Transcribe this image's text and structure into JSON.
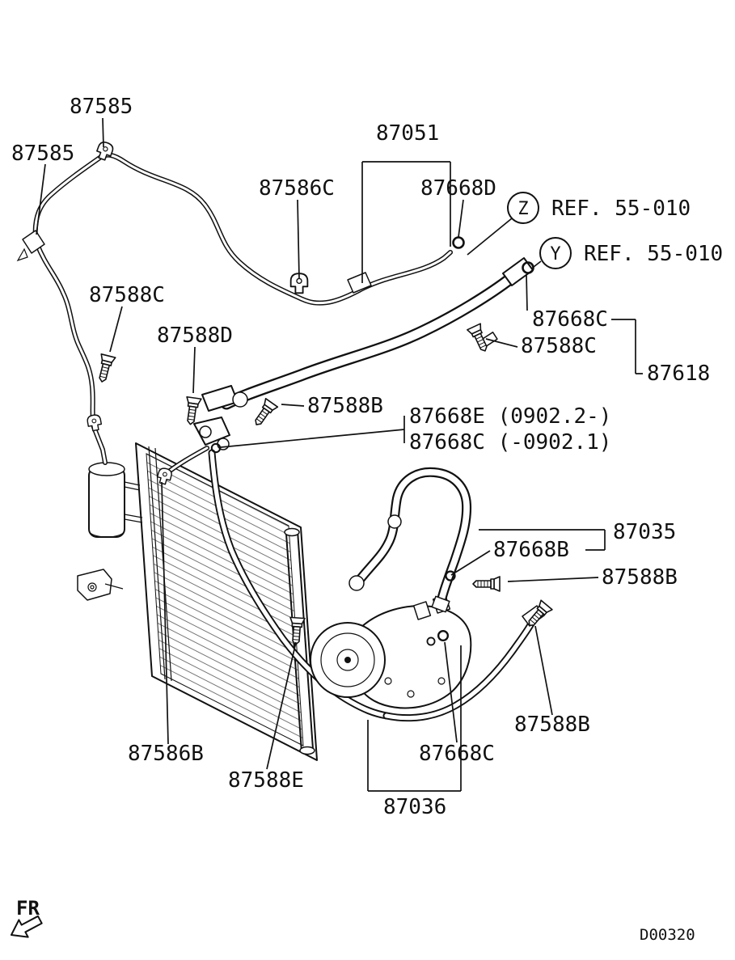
{
  "colors": {
    "ink": "#111111",
    "paper": "#ffffff"
  },
  "diagram_code": "D00320",
  "front_marker": "FR",
  "ref_markers": {
    "z": {
      "letter": "Z",
      "text": "REF. 55-010"
    },
    "y": {
      "letter": "Y",
      "text": "REF. 55-010"
    }
  },
  "part_labels": {
    "p87585_top": "87585",
    "p87585_left": "87585",
    "p87051": "87051",
    "p87586c": "87586C",
    "p87668d": "87668D",
    "p87588c_left": "87588C",
    "p87588d": "87588D",
    "p87668c_upper": "87668C",
    "p87588c_right": "87588C",
    "p87618": "87618",
    "p87588b_mid": "87588B",
    "p87668e_note": "87668E (0902.2-)",
    "p87668c_note": "87668C (-0902.1)",
    "p87035": "87035",
    "p87668b": "87668B",
    "p87588b_right": "87588B",
    "p87588b_lower": "87588B",
    "p87586b": "87586B",
    "p87588e": "87588E",
    "p87668c_lower": "87668C",
    "p87036": "87036"
  }
}
